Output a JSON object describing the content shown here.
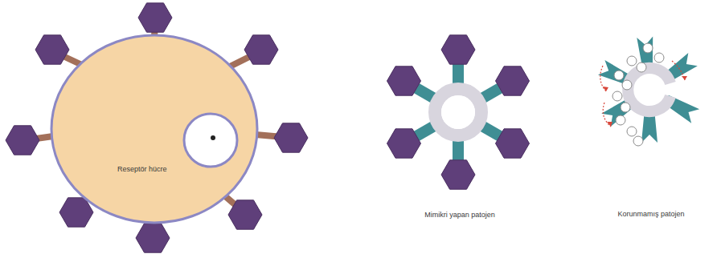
{
  "diagram": {
    "nodes": [
      {
        "text": [
          "Reseptör hücre"
        ]
      }
    ],
    "labels": [
      "Mimikri yapan patojen",
      "Korunmamış patojen"
    ]
  }
}
